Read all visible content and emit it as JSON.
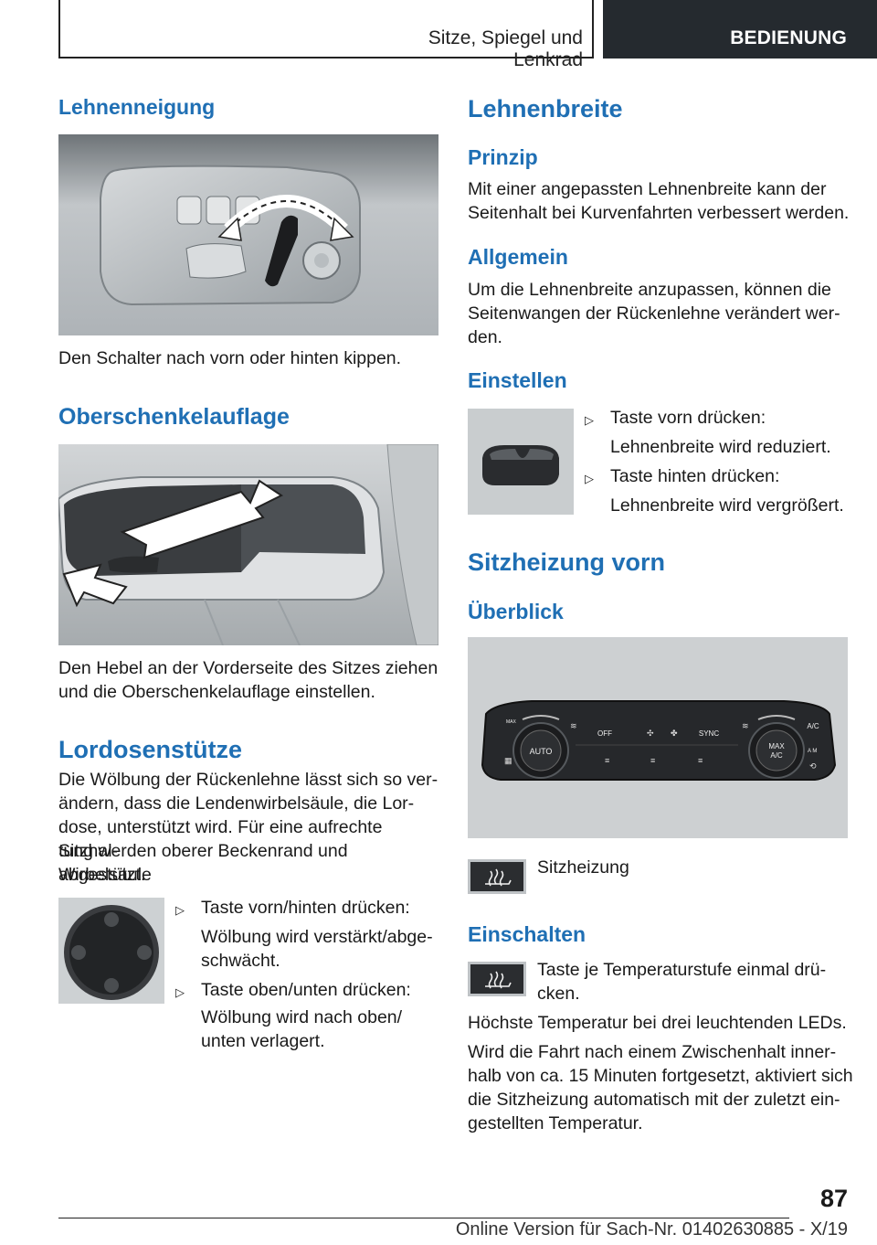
{
  "header": {
    "section": "Sitze, Spiegel und Lenkrad",
    "tab": "BEDIENUNG"
  },
  "left": {
    "lehnenneigung": {
      "title": "Lehnenneigung",
      "caption": "Den Schalter nach vorn oder hinten kippen."
    },
    "oberschenkel": {
      "title": "Oberschenkelauflage",
      "caption_1": "Den Hebel an der Vorderseite des Sitzes ziehen",
      "caption_2": "und die Oberschenkelauflage einstellen."
    },
    "lordose": {
      "title": "Lordosenstütze",
      "body": [
        "Die Wölbung der Rückenlehne lässt sich so ver-",
        "ändern, dass die Lendenwirbelsäule, die Lor-",
        "dose, unterstützt wird. Für eine aufrechte Sitzhal-",
        "tung werden oberer Beckenrand und Wirbelsäule",
        "abgestützt."
      ],
      "items": [
        {
          "action": "Taste vorn/hinten drücken:",
          "result_1": "Wölbung wird verstärkt/abge-",
          "result_2": "schwächt."
        },
        {
          "action": "Taste oben/unten drücken:",
          "result_1": "Wölbung wird nach oben/",
          "result_2": "unten verlagert."
        }
      ]
    }
  },
  "right": {
    "lehnenbreite": {
      "title": "Lehnenbreite",
      "prinzip_title": "Prinzip",
      "prinzip_body": [
        "Mit einer angepassten Lehnenbreite kann der",
        "Seitenhalt bei Kurvenfahrten verbessert werden."
      ],
      "allgemein_title": "Allgemein",
      "allgemein_body": [
        "Um die Lehnenbreite anzupassen, können die",
        "Seitenwangen der Rückenlehne verändert wer-",
        "den."
      ],
      "einstellen_title": "Einstellen",
      "items": [
        {
          "action": "Taste vorn drücken:",
          "result": "Lehnenbreite wird reduziert."
        },
        {
          "action": "Taste hinten drücken:",
          "result": "Lehnenbreite wird vergrößert."
        }
      ]
    },
    "sitzheizung": {
      "title": "Sitzheizung vorn",
      "ueberblick_title": "Überblick",
      "panel_labels": {
        "auto": "AUTO",
        "off": "OFF",
        "sync": "SYNC",
        "ac": "A/C",
        "max_ac_1": "MAX",
        "max_ac_2": "A/C",
        "max": "MAX",
        "am": "A M"
      },
      "icon_label": "Sitzheizung",
      "einschalten_title": "Einschalten",
      "einschalten_1": "Taste je Temperaturstufe einmal drü-",
      "einschalten_2": "cken.",
      "body_1": "Höchste Temperatur bei drei leuchtenden LEDs.",
      "body_2": [
        "Wird die Fahrt nach einem Zwischenhalt inner-",
        "halb von ca. 15 Minuten fortgesetzt, aktiviert sich",
        "die Sitzheizung automatisch mit der zuletzt ein-",
        "gestellten Temperatur."
      ]
    }
  },
  "footer": {
    "page": "87",
    "online": "Online Version für Sach-Nr. 01402630885 - X/19"
  }
}
